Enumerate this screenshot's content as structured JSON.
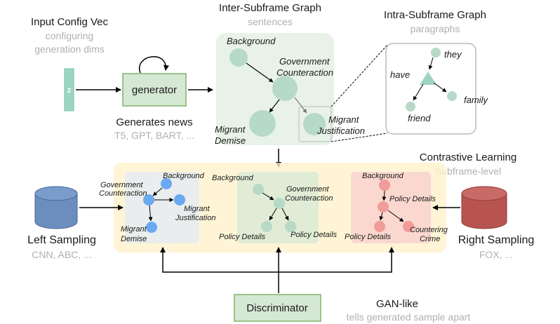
{
  "input": {
    "title": "Input Config Vec",
    "subtitle_line1": "configuring",
    "subtitle_line2": "generation dims",
    "vector_label": "z"
  },
  "generator": {
    "label": "generator",
    "caption": "Generates news",
    "models": "T5, GPT, BART, ..."
  },
  "inter_graph": {
    "title": "Inter-Subframe Graph",
    "subtitle": "sentences",
    "nodes": [
      "Background",
      "Government",
      "Counteraction",
      "Migrant",
      "Demise",
      "Migrant",
      "Justification"
    ]
  },
  "intra_graph": {
    "title": "Intra-Subframe Graph",
    "subtitle": "paragraphs",
    "words": [
      "they",
      "have",
      "family",
      "friend"
    ]
  },
  "contrastive": {
    "title": "Contrastive Learning",
    "subtitle": "Subframe-level"
  },
  "blue_graph": {
    "labels": [
      "Background",
      "Government",
      "Counteraction",
      "Migrant",
      "Justification",
      "Migrant",
      "Demise"
    ]
  },
  "green_graph": {
    "labels": [
      "Background",
      "Government",
      "Counteraction",
      "Policy Details",
      "Policy Details"
    ]
  },
  "red_graph": {
    "labels": [
      "Background",
      "Policy Details",
      "Policy Details",
      "Countering",
      "Crime"
    ]
  },
  "left_sampling": {
    "title": "Left Sampling",
    "sources": "CNN, ABC, ..."
  },
  "right_sampling": {
    "title": "Right Sampling",
    "sources": "FOX, ..."
  },
  "discriminator": {
    "label": "Discriminator",
    "caption": "GAN-like",
    "subcaption": "tells generated sample apart"
  },
  "colors": {
    "green_fill": "#d5e8d4",
    "green_stroke": "#82b366",
    "node_green": "#b7d9c8",
    "blue_node": "#6aa9f0",
    "blue_cylinder": "#6c8ebf",
    "red_cylinder": "#b85450",
    "red_node": "#f19c99",
    "contrast_bg": "#fff2cc",
    "z_box": "#9fd4c4"
  }
}
